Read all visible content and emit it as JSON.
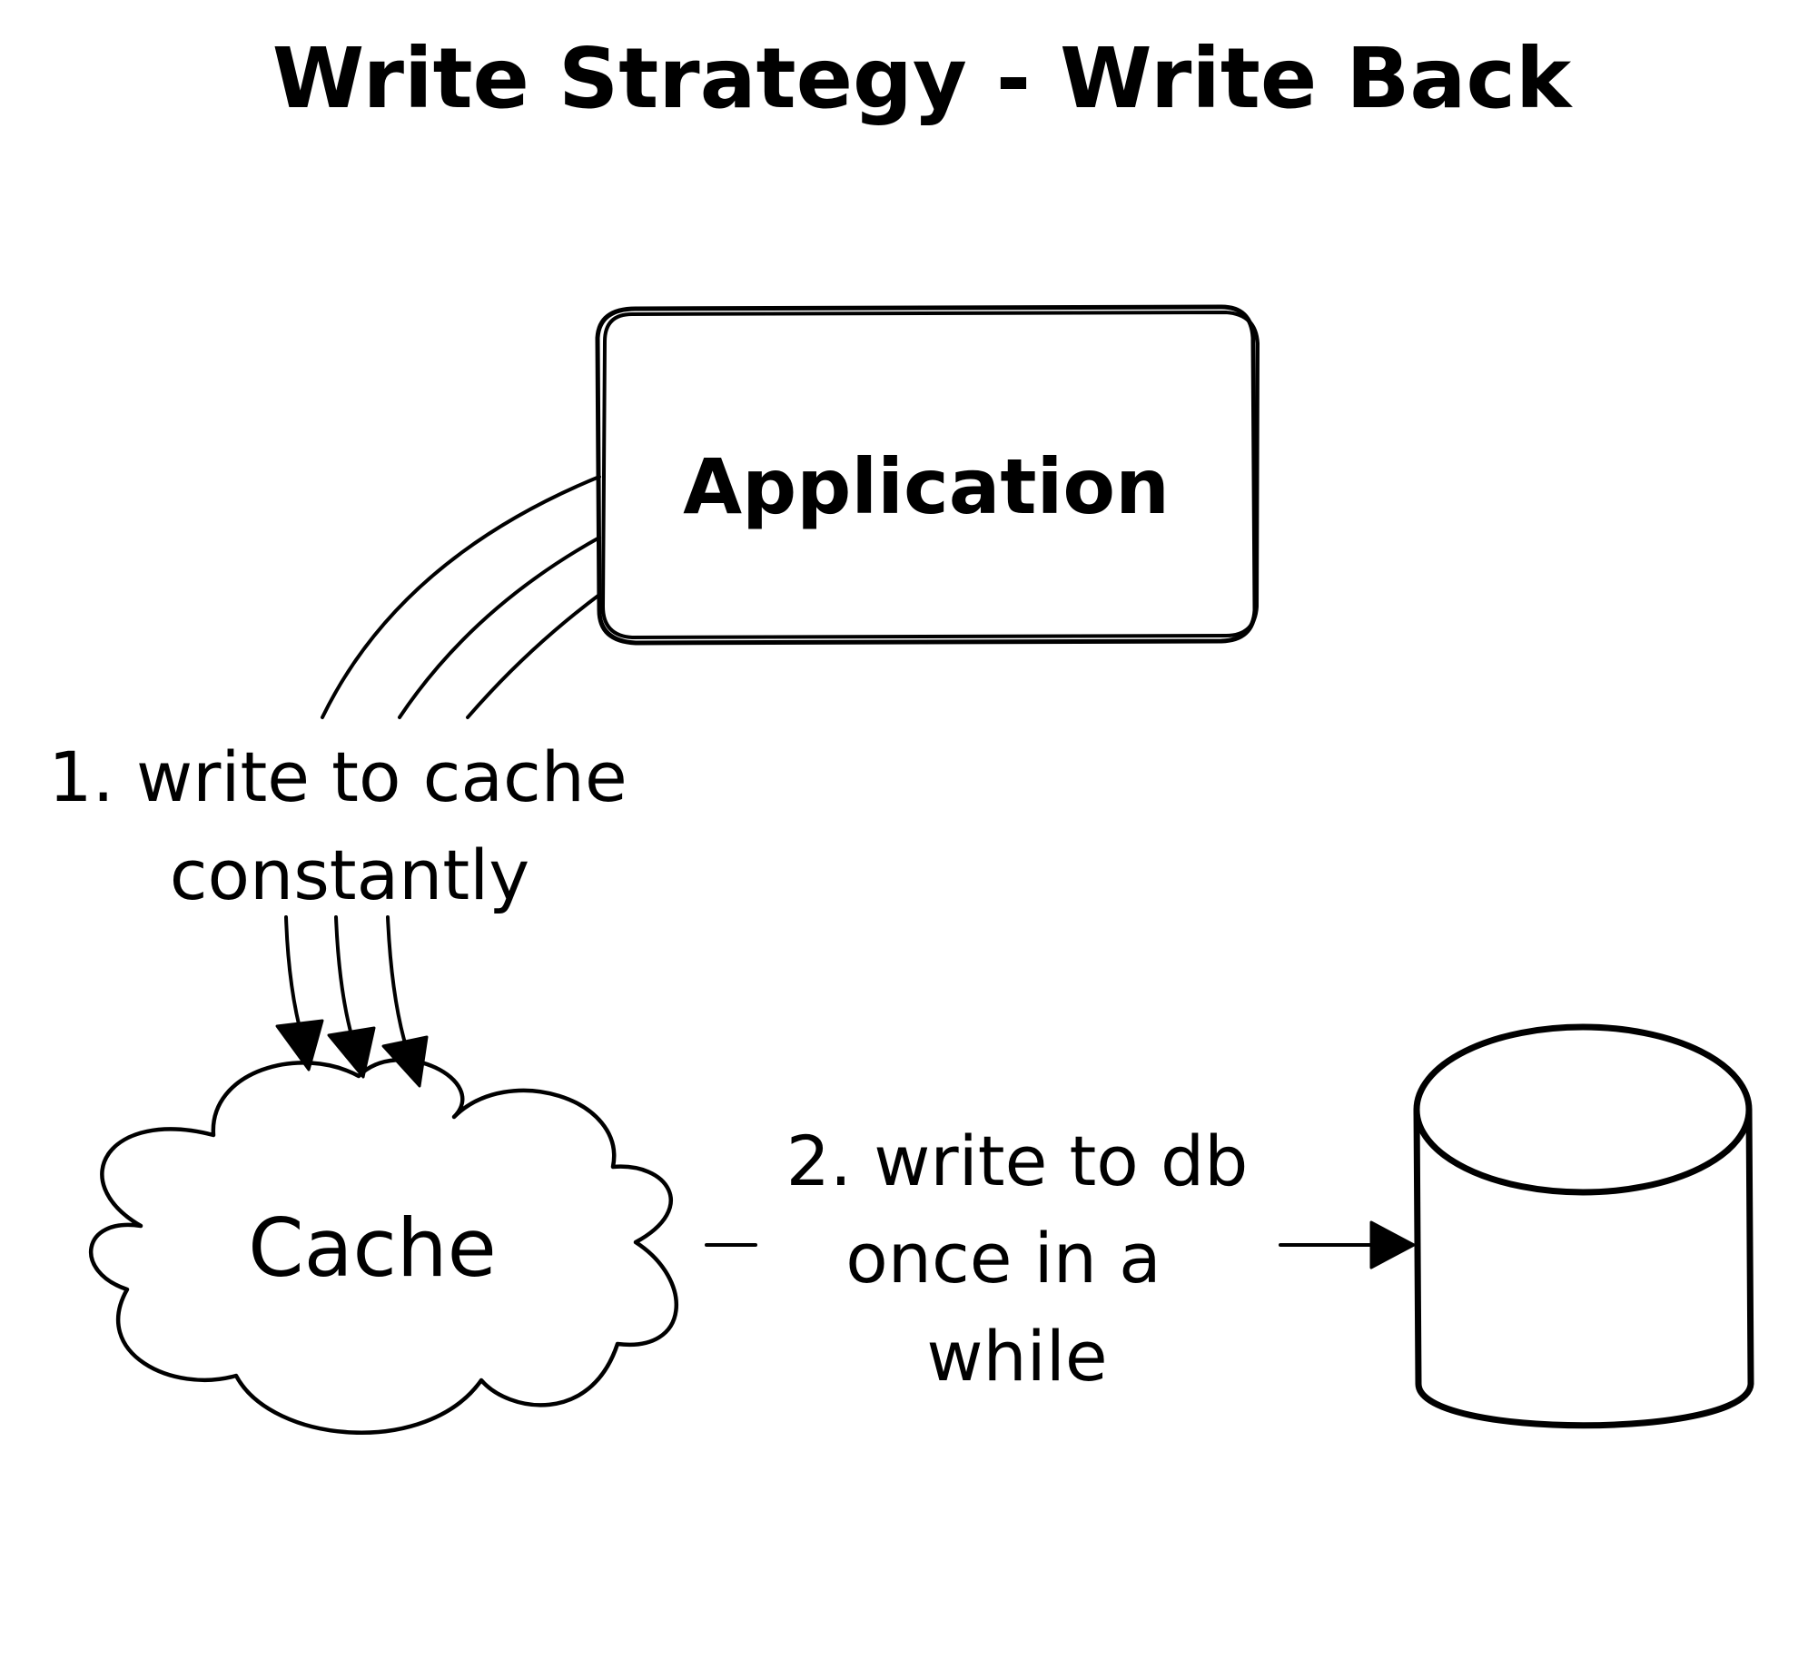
{
  "title": "Write Strategy - Write Back",
  "nodes": {
    "application": {
      "label": "Application"
    },
    "cache": {
      "label": "Cache"
    },
    "database": {
      "label": ""
    }
  },
  "edges": {
    "app_to_cache": {
      "label_lines": [
        "1. write to cache",
        "constantly"
      ]
    },
    "cache_to_db": {
      "label_lines": [
        "2. write to db",
        "once in a",
        "while"
      ]
    }
  },
  "colors": {
    "stroke": "#000000",
    "background": "#ffffff"
  }
}
